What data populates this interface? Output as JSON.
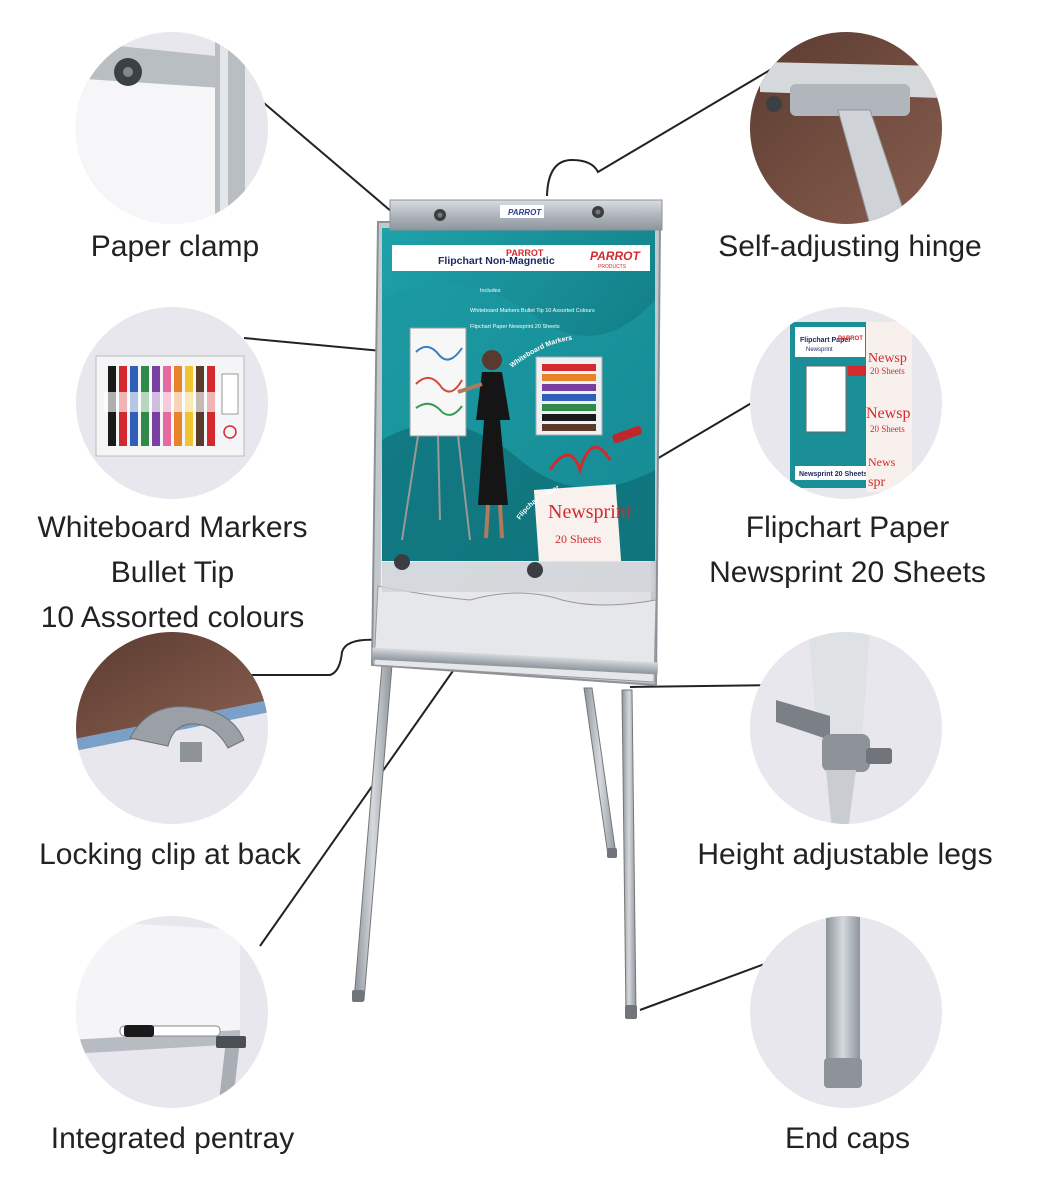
{
  "board": {
    "brand": "PARROT",
    "brand_sub": "PRODUCTS",
    "title": "Flipchart Non-Magnetic",
    "includes_heading": "Includes",
    "includes_items": [
      "Whiteboard Markers Bullet Tip 10 Assorted Colours",
      "Flipchart Paper Newsprint 20 Sheets"
    ],
    "arc_markers": "Whiteboard Markers",
    "arc_paper": "Flipchart Paper",
    "newsprint_word": "Newsprint",
    "sheets_text": "20 Sheets"
  },
  "features": {
    "paper_clamp": {
      "lines": [
        "Paper clamp"
      ]
    },
    "hinge": {
      "lines": [
        "Self-adjusting hinge"
      ]
    },
    "markers": {
      "lines": [
        "Whiteboard Markers",
        "Bullet Tip",
        "10 Assorted colours"
      ]
    },
    "paper": {
      "lines": [
        "Flipchart Paper",
        "Newsprint 20 Sheets"
      ]
    },
    "clip": {
      "lines": [
        "Locking clip at back"
      ]
    },
    "legs": {
      "lines": [
        "Height adjustable legs"
      ]
    },
    "pentray": {
      "lines": [
        "Integrated pentray"
      ]
    },
    "caps": {
      "lines": [
        "End caps"
      ]
    }
  },
  "paper_pack": {
    "title": "Flipchart Paper",
    "subtitle": "Newsprint",
    "brand": "PARROT",
    "footer": "Newsprint 20 Sheets",
    "words": [
      "Newsp",
      "20 Sheets",
      "Newsp",
      "20 Sheets",
      "News",
      "spr"
    ]
  },
  "colors": {
    "teal": "#1a8f98",
    "teal_dark": "#0d6f78",
    "circle_bg": "#e8e7ee",
    "aluminium": "#b7bcc2",
    "red": "#d32a2f",
    "label": "#222222"
  }
}
